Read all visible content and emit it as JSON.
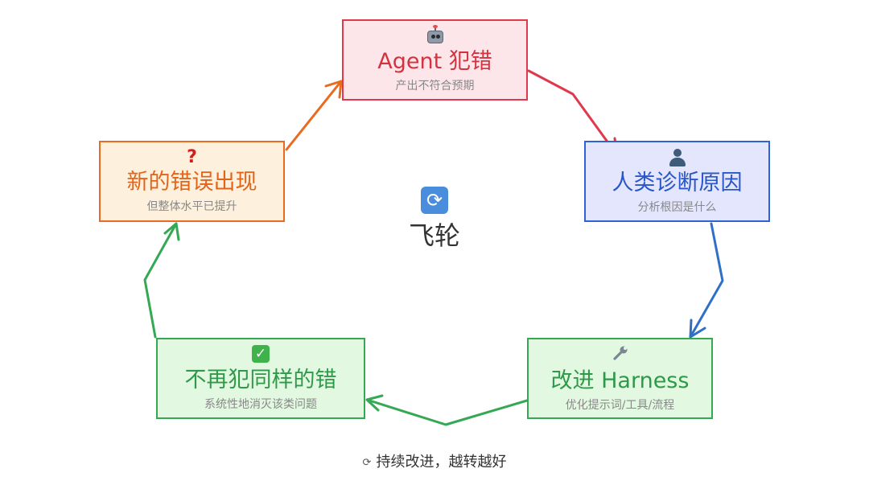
{
  "nodes": {
    "error": {
      "icon": "robot-icon",
      "title": "Agent 犯错",
      "subtitle": "产出不符合预期",
      "color": "#e0394d"
    },
    "diagnose": {
      "icon": "person-icon",
      "title": "人类诊断原因",
      "subtitle": "分析根因是什么",
      "color": "#2f62d5"
    },
    "improve": {
      "icon": "wrench-icon",
      "title": "改进 Harness",
      "subtitle": "优化提示词/工具/流程",
      "color": "#34a853"
    },
    "no_repeat": {
      "icon": "check-icon",
      "title": "不再犯同样的错",
      "subtitle": "系统性地消灭该类问题",
      "color": "#34a853"
    },
    "new_error": {
      "icon": "question-icon",
      "title": "新的错误出现",
      "subtitle": "但整体水平已提升",
      "color": "#ea6a1e"
    }
  },
  "center": {
    "icon": "cycle-icon",
    "label": "飞轮"
  },
  "footer": {
    "icon": "loop-icon",
    "text": "持续改进，越转越好"
  }
}
